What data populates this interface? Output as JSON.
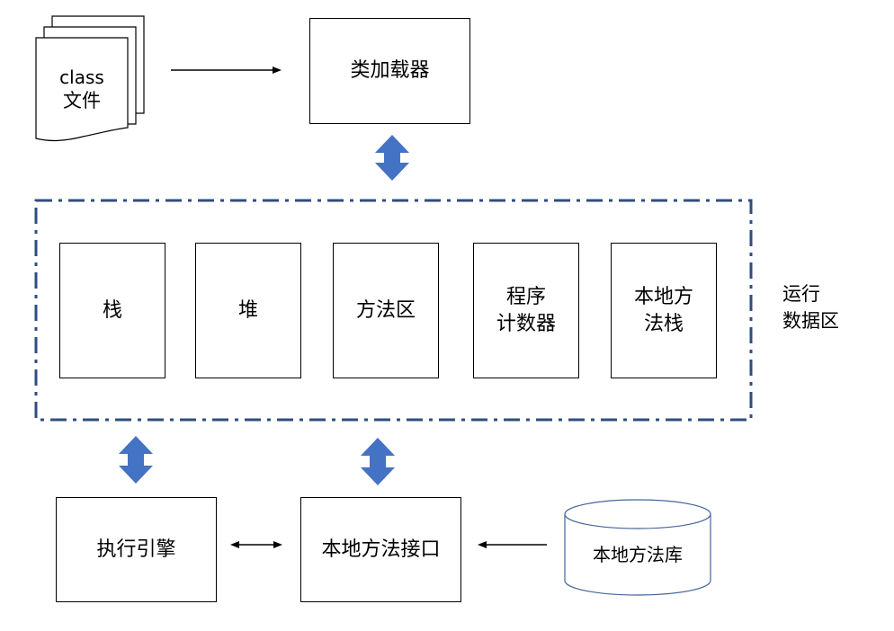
{
  "class_file": {
    "line1": "class",
    "line2": "文件"
  },
  "class_loader": "类加载器",
  "runtime_area": {
    "label": "运行\n数据区",
    "sections": [
      {
        "id": "stack",
        "label": "栈"
      },
      {
        "id": "heap",
        "label": "堆"
      },
      {
        "id": "method-area",
        "label": "方法区"
      },
      {
        "id": "program-counter",
        "label": "程序\n计数器"
      },
      {
        "id": "native-method-stack",
        "label": "本地方\n法栈"
      }
    ]
  },
  "execution_engine": "执行引擎",
  "native_interface": "本地方法接口",
  "native_library": "本地方法库",
  "colors": {
    "double_arrow": "#4472C4",
    "dashed_border": "#2F4E7D",
    "cylinder_stroke": "#44659A"
  }
}
